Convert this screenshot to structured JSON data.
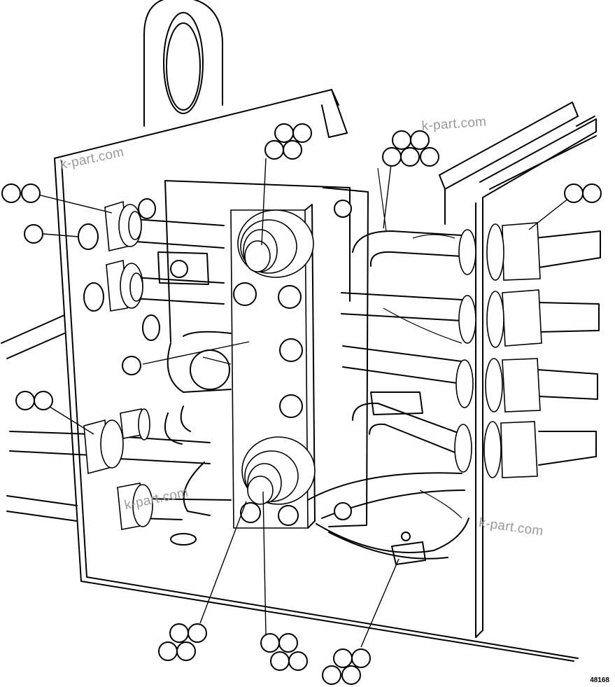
{
  "watermark": "k-part.com",
  "figure_id": "48168",
  "callouts": [
    {
      "name": "callout-upper-left-gland"
    },
    {
      "name": "callout-left-plug"
    },
    {
      "name": "callout-top-terminal"
    },
    {
      "name": "callout-top-right-harness"
    },
    {
      "name": "callout-right-glands"
    },
    {
      "name": "callout-terminal-bar"
    },
    {
      "name": "callout-lower-left-gland"
    },
    {
      "name": "callout-lower-nut"
    },
    {
      "name": "callout-lower-terminal"
    },
    {
      "name": "callout-cable-clamp"
    }
  ]
}
